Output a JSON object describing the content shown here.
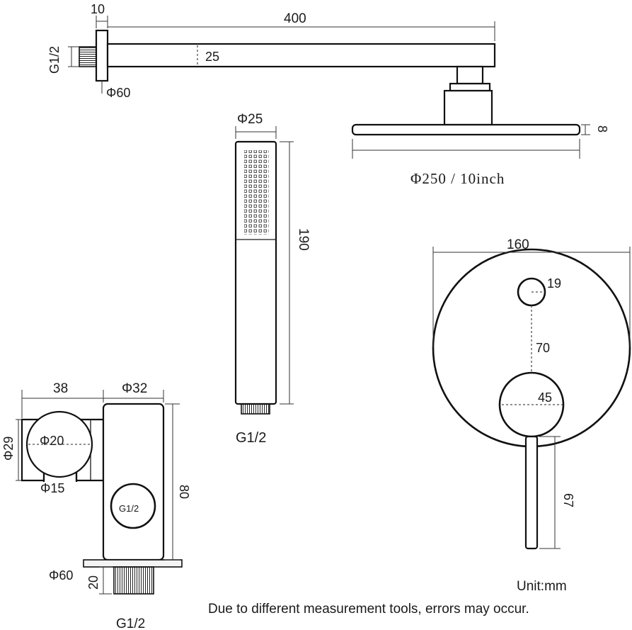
{
  "labels": {
    "arm_flange_thickness": "10",
    "arm_length": "400",
    "arm_thread": "G1/2",
    "arm_height": "25",
    "arm_flange_dia": "Φ60",
    "head_thickness": "8",
    "head_diameter": "Φ250 / 10inch",
    "hand_dia": "Φ25",
    "hand_length": "190",
    "hand_thread": "G1/2",
    "valve_plate_dia": "160",
    "valve_small_dia": "19",
    "valve_spacing": "70",
    "valve_large_dia": "45",
    "valve_handle_len": "67",
    "holder_width": "38",
    "outlet_width": "Φ32",
    "holder_height": "Φ29",
    "holder_inner_dia": "Φ20",
    "holder_slot": "Φ15",
    "outlet_inner_thread": "G1/2",
    "outlet_height": "80",
    "outlet_flange_dia": "Φ60",
    "outlet_thread_len": "20",
    "outlet_thread": "G1/2"
  },
  "notes": {
    "unit": "Unit:mm",
    "disclaimer": "Due to different measurement tools, errors may occur."
  }
}
